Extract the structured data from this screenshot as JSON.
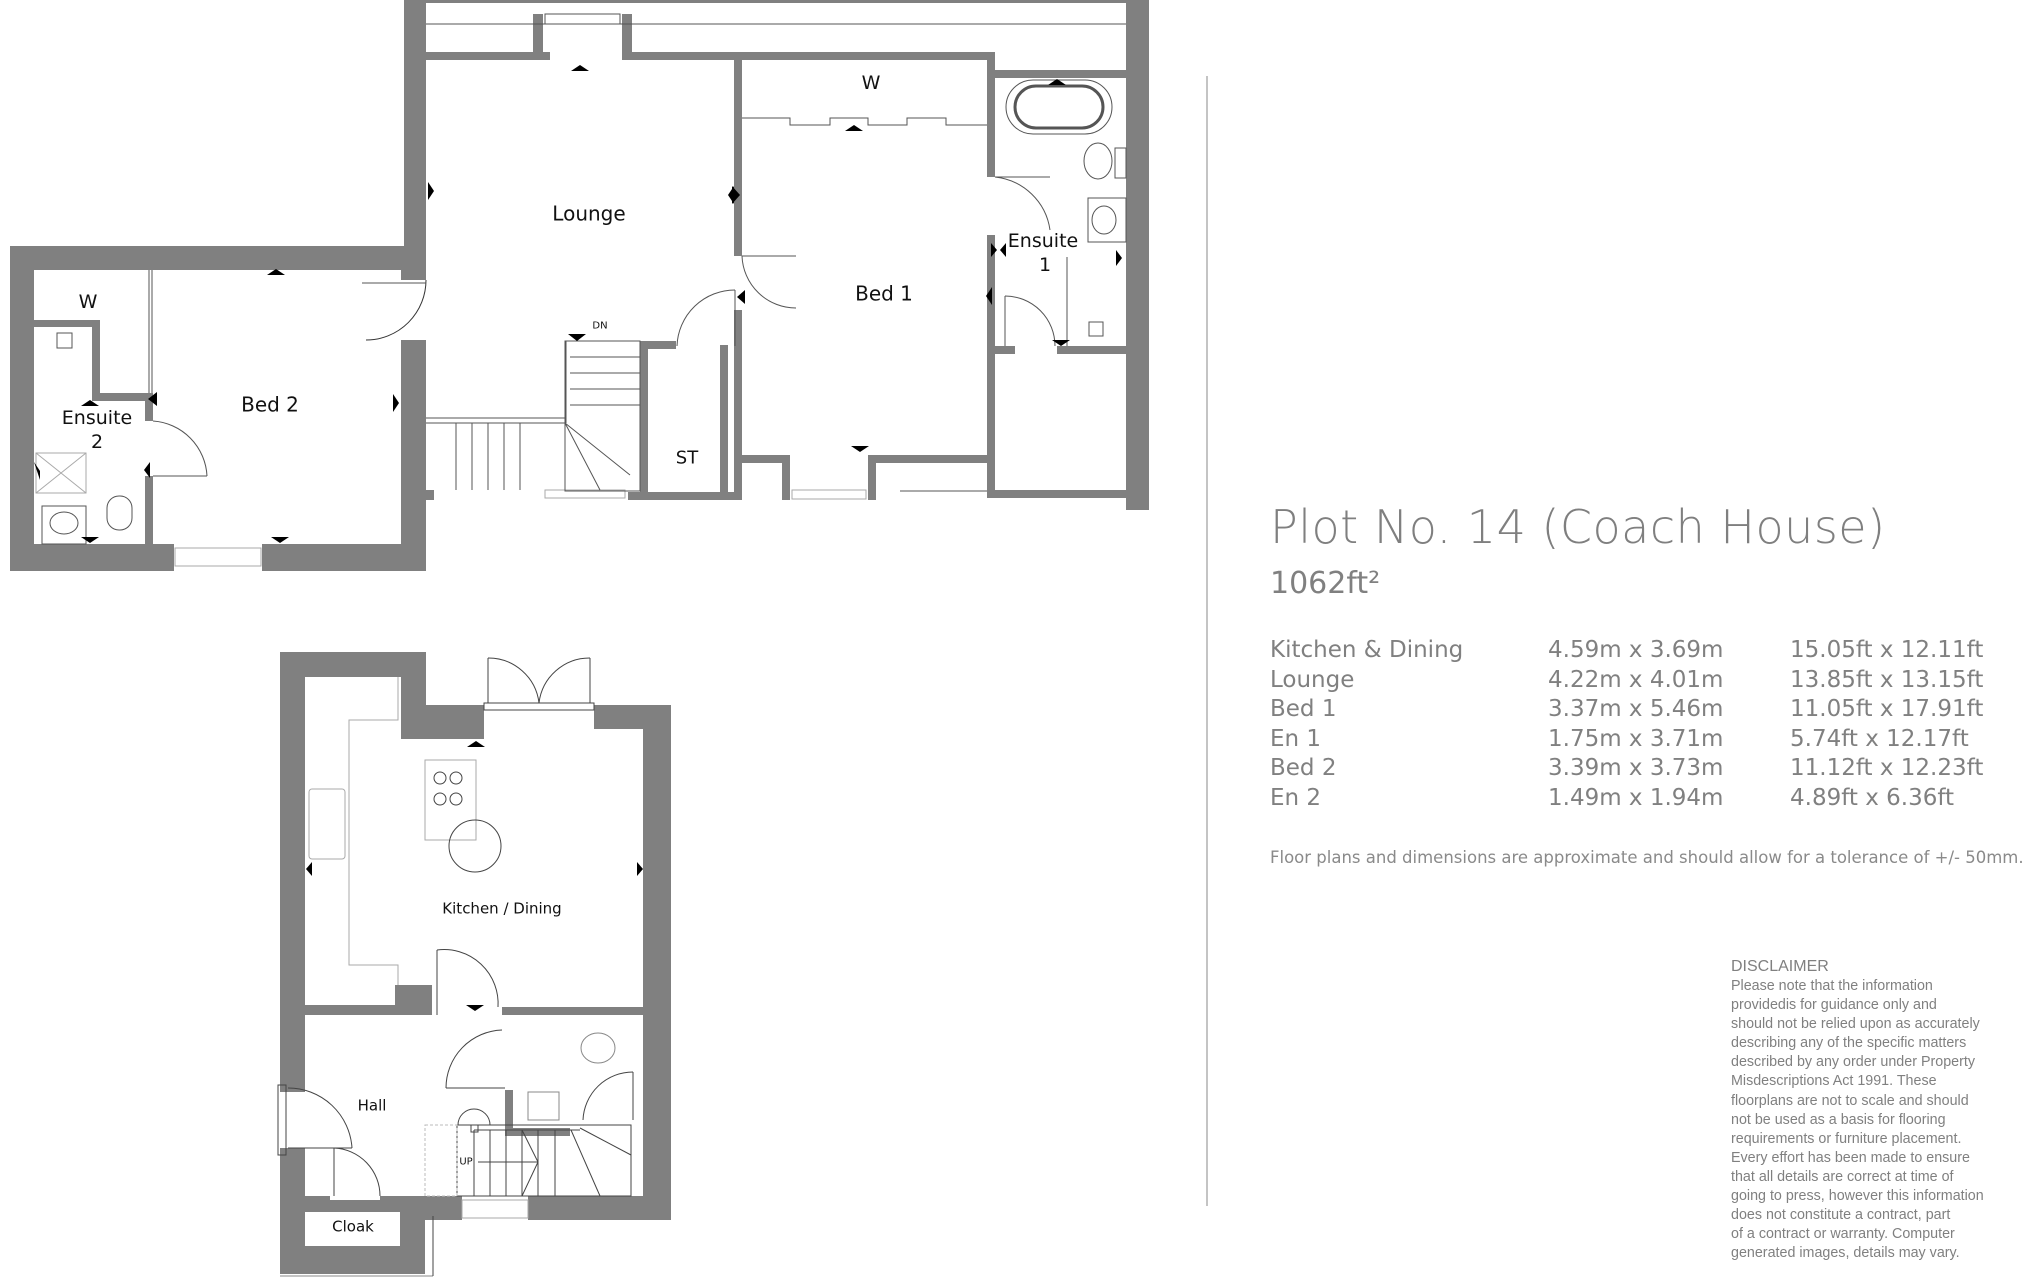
{
  "colors": {
    "wall": "#808080",
    "text_info": "#808080",
    "room_label": "#111111",
    "divider": "#c4c4c4"
  },
  "floorplan": {
    "first_floor": {
      "rooms": {
        "lounge": "Lounge",
        "bed1": "Bed 1",
        "bed1_wardrobe": "W",
        "ensuite1_line1": "Ensuite",
        "ensuite1_line2": "1",
        "store": "ST",
        "bed2": "Bed 2",
        "bed2_wardrobe": "W",
        "ensuite2_line1": "Ensuite",
        "ensuite2_line2": "2",
        "stairs_label": "DN"
      }
    },
    "ground_floor": {
      "rooms": {
        "kitchen_dining": "Kitchen / Dining",
        "hall": "Hall",
        "cloak": "Cloak",
        "stairs_label": "UP"
      }
    }
  },
  "info": {
    "title": "Plot No. 14 (Coach House)",
    "total_area": "1062ft²",
    "rooms": [
      {
        "name": "Kitchen & Dining",
        "metric": "4.59m x 3.69m",
        "imperial": "15.05ft x 12.11ft"
      },
      {
        "name": "Lounge",
        "metric": "4.22m x 4.01m",
        "imperial": "13.85ft x 13.15ft"
      },
      {
        "name": "Bed 1",
        "metric": "3.37m x 5.46m",
        "imperial": "11.05ft x 17.91ft"
      },
      {
        "name": "En 1",
        "metric": "1.75m x 3.71m",
        "imperial": "5.74ft x 12.17ft"
      },
      {
        "name": "Bed 2",
        "metric": "3.39m x 3.73m",
        "imperial": "11.12ft x 12.23ft"
      },
      {
        "name": "En 2",
        "metric": "1.49m x 1.94m",
        "imperial": "4.89ft x 6.36ft"
      }
    ],
    "tolerance_note": "Floor plans and dimensions are approximate and should allow for a tolerance of +/- 50mm."
  },
  "disclaimer": {
    "heading": "DISCLAIMER",
    "lines": [
      "Please note that the information",
      "providedis for guidance only and",
      "should not be relied upon as accurately",
      "describing any of the specific matters",
      "described by any order under Property",
      "Misdescriptions Act 1991. These",
      "floorplans are not to scale and should",
      "not be used as a basis for flooring",
      "requirements or furniture placement.",
      "Every effort has been made to ensure",
      "that all details are correct at time of",
      "going to press, however this information",
      "does not constitute a contract, part",
      "of a contract or warranty. Computer",
      "generated images, details may vary."
    ]
  }
}
